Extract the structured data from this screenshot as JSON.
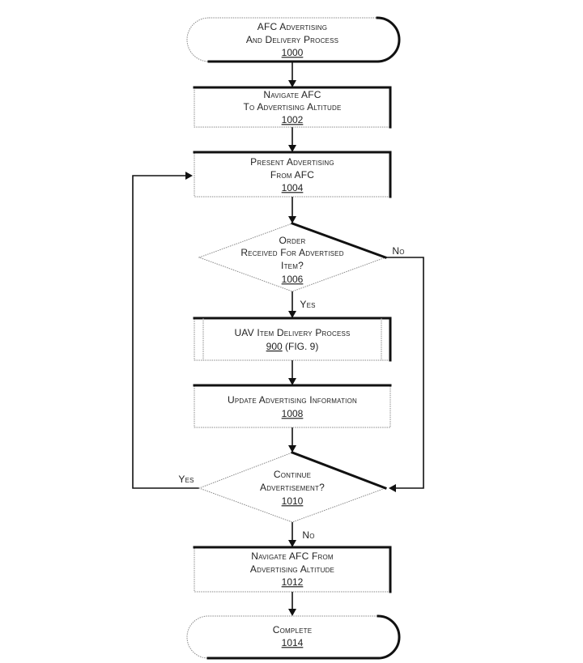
{
  "nodes": {
    "start": {
      "lines": [
        "AFC Advertising",
        "And Delivery Process"
      ],
      "ref": "1000"
    },
    "navigate_to": {
      "lines": [
        "Navigate AFC",
        "To Advertising Altitude"
      ],
      "ref": "1002"
    },
    "present": {
      "lines": [
        "Present Advertising",
        "From AFC"
      ],
      "ref": "1004"
    },
    "order": {
      "lines": [
        "Order",
        "Received For Advertised",
        "Item?"
      ],
      "ref": "1006"
    },
    "uav": {
      "lines": [
        "UAV Item Delivery Process"
      ],
      "ref": "900",
      "suffix": " (FIG. 9)"
    },
    "update": {
      "lines": [
        "Update Advertising Information"
      ],
      "ref": "1008"
    },
    "continue": {
      "lines": [
        "Continue",
        "Advertisement?"
      ],
      "ref": "1010"
    },
    "navigate_from": {
      "lines": [
        "Navigate AFC From",
        "Advertising Altitude"
      ],
      "ref": "1012"
    },
    "complete": {
      "lines": [
        "Complete"
      ],
      "ref": "1014"
    }
  },
  "edge_labels": {
    "order_yes": "Yes",
    "order_no": "No",
    "continue_yes": "Yes",
    "continue_no": "No"
  },
  "colors": {
    "stroke": "#111111",
    "text": "#222222",
    "background": "#ffffff"
  }
}
